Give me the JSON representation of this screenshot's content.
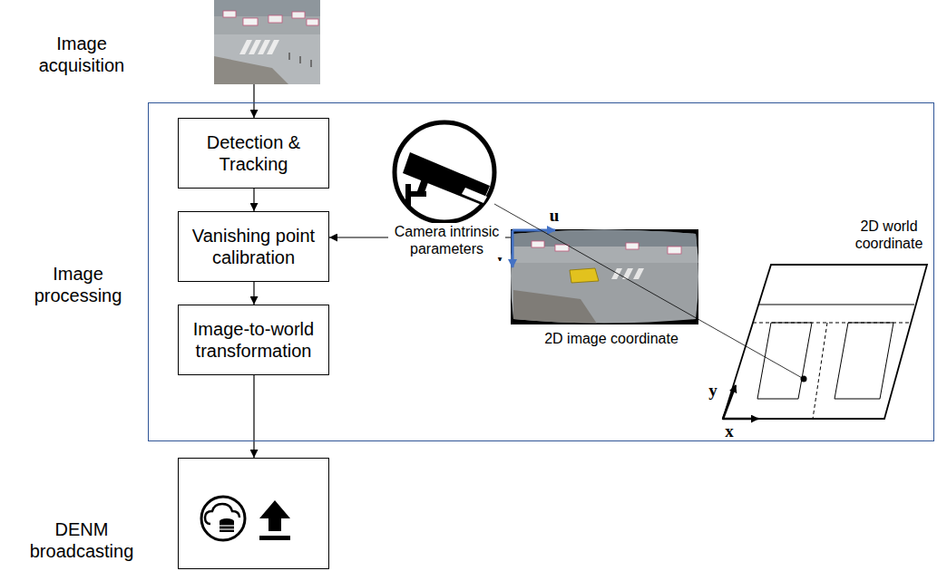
{
  "diagram": {
    "nodes": [
      {
        "text": [
          "Image acquisition"
        ]
      },
      {
        "text": [
          "Image processing"
        ]
      },
      {
        "text": [
          "Detection & Tracking"
        ],
        "in": 1
      },
      {
        "text": [
          "Vanishing point calibration"
        ],
        "in": 1
      },
      {
        "text": [
          "Image-to-world transformation"
        ],
        "in": 1
      },
      {
        "text": [
          "2D image coordinate"
        ],
        "in": 1
      },
      {
        "text": [
          "DENM broadcasting"
        ]
      }
    ],
    "edges": [
      {
        "from": 0,
        "to": 2,
        "arrow": "to"
      },
      {
        "from": 2,
        "to": 3,
        "arrow": "to"
      },
      {
        "from": 3,
        "to": 4,
        "arrow": "to"
      },
      {
        "from": 5,
        "to": 3,
        "label": "Camera intrinsic parameters",
        "arrow": "to"
      },
      {
        "from": 4,
        "to": 6,
        "arrow": "to"
      }
    ],
    "labels": [
      "u",
      "v",
      "2D world coordinate",
      "y",
      "x"
    ]
  }
}
